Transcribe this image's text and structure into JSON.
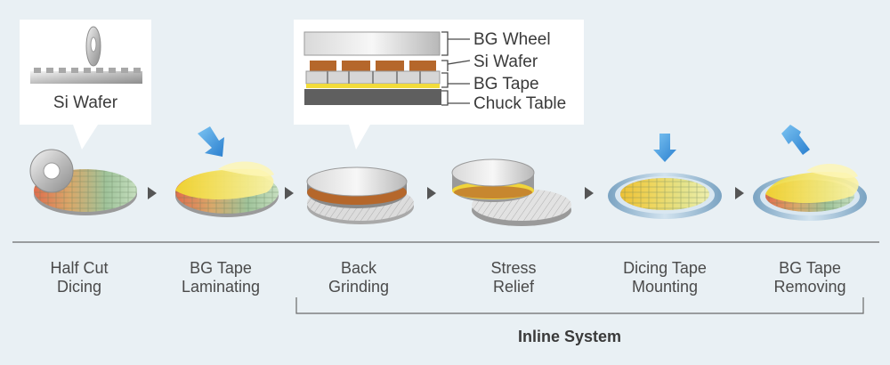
{
  "callouts": {
    "left": {
      "label": "Si Wafer"
    },
    "right": {
      "labels": [
        "BG Wheel",
        "Si Wafer",
        "BG Tape",
        "Chuck Table"
      ]
    }
  },
  "steps": [
    {
      "line1": "Half Cut",
      "line2": "Dicing"
    },
    {
      "line1": "BG Tape",
      "line2": "Laminating"
    },
    {
      "line1": "Back",
      "line2": "Grinding"
    },
    {
      "line1": "Stress",
      "line2": "Relief"
    },
    {
      "line1": "Dicing Tape",
      "line2": "Mounting"
    },
    {
      "line1": "BG Tape",
      "line2": "Removing"
    }
  ],
  "bracket": {
    "label": "Inline System"
  },
  "colors": {
    "background": "#e9f0f4",
    "arrow_blue": "#3a8fd6",
    "tape_yellow": "#f5e04a",
    "chip_brown": "#b5672b",
    "ring_blue": "#8fb7d3"
  }
}
